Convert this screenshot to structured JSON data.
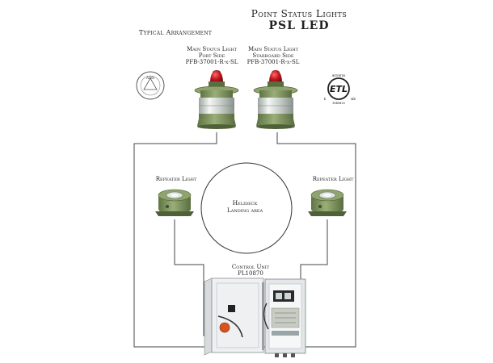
{
  "header": {
    "title": "Point Status Lights",
    "subtitle": "PSL LED"
  },
  "arrangement_label": "Typical Arrangement",
  "main_lights": [
    {
      "label_line1": "Main Status Light",
      "label_line2": "Port Side",
      "part_no": "PFB-37001-R-x-SL"
    },
    {
      "label_line1": "Main Status Light",
      "label_line2": "Starboard Side",
      "part_no": "PFB-37001-R-x-SL"
    }
  ],
  "repeater_lights": [
    {
      "label": "Repeater Light"
    },
    {
      "label": "Repeater Light"
    }
  ],
  "helideck": {
    "line1": "Helideck",
    "line2": "Landing area"
  },
  "control_unit": {
    "label": "Control Unit",
    "part_no": "PL10870"
  },
  "certifications": {
    "abs": {
      "text": "ABS",
      "ring_text": "TYPE APPROVED PRODUCT"
    },
    "etl": {
      "mark": "ETL",
      "c": "c",
      "us": "us",
      "top": "INTERTEK",
      "bottom": "3085615"
    }
  },
  "colors": {
    "housing_green": "#7f9460",
    "lens_red": "#b3141b",
    "line": "#444444"
  }
}
